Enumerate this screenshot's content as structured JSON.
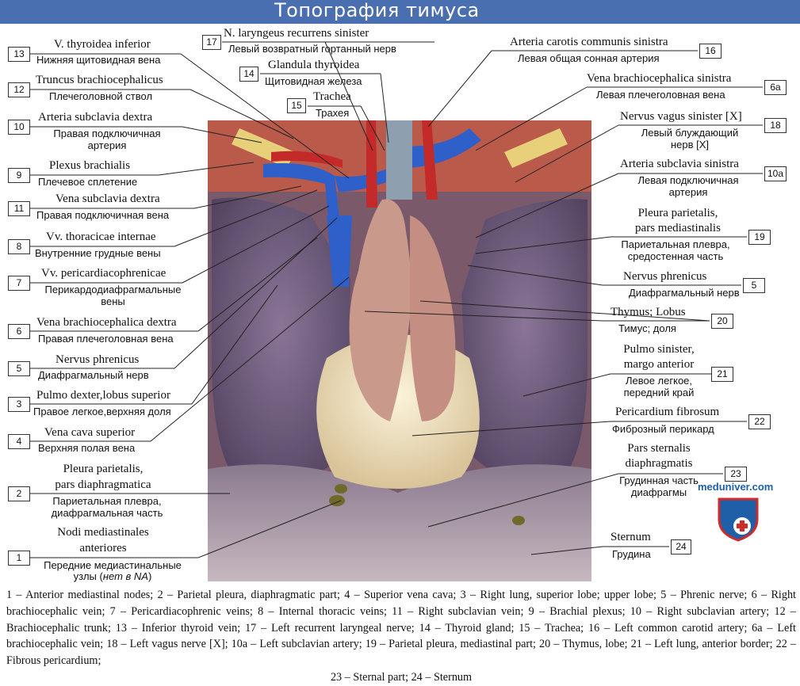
{
  "title": "Топография тимуса",
  "watermark": "meduniver.com",
  "labels": {
    "l13": {
      "num": "13",
      "latin": "V. thyroidea inferior",
      "ru": "Нижняя щитовидная вена"
    },
    "l12": {
      "num": "12",
      "latin": "Truncus brachiocephalicus",
      "ru": "Плечеголовной ствол"
    },
    "l10": {
      "num": "10",
      "latin": "Arteria subclavia dextra",
      "ru1": "Правая подключичная",
      "ru2": "артерия"
    },
    "l9": {
      "num": "9",
      "latin": "Plexus brachialis",
      "ru": "Плечевое сплетение"
    },
    "l11": {
      "num": "11",
      "latin": "Vena subclavia dextra",
      "ru": "Правая подключичная вена"
    },
    "l8": {
      "num": "8",
      "latin": "Vv. thoracicae internae",
      "ru": "Внутренние грудные вены"
    },
    "l7": {
      "num": "7",
      "latin": "Vv. pericardiacophrenicae",
      "ru1": "Перикардодиафрагмальные",
      "ru2": "вены"
    },
    "l6": {
      "num": "6",
      "latin": "Vena brachiocephalica dextra",
      "ru": "Правая плечеголовная вена"
    },
    "l5": {
      "num": "5",
      "latin": "Nervus phrenicus",
      "ru": "Диафрагмальный нерв"
    },
    "l3": {
      "num": "3",
      "latin": "Pulmo dexter,lobus superior",
      "ru": "Правое легкое,верхняя доля"
    },
    "l4": {
      "num": "4",
      "latin": "Vena cava superior",
      "ru": "Верхняя полая вена"
    },
    "l2": {
      "num": "2",
      "latin1": "Pleura parietalis,",
      "latin2": "pars diaphragmatica",
      "ru1": "Париетальная плевра,",
      "ru2": "диафрагмальная часть"
    },
    "l1": {
      "num": "1",
      "latin1": "Nodi mediastinales",
      "latin2": "anteriores",
      "ru1": "Передние медиастинальные",
      "ru2_a": "узлы (",
      "ru2_b": "нет в NA",
      "ru2_c": ")"
    },
    "l17": {
      "num": "17",
      "latin": "N. laryngeus recurrens sinister",
      "ru": "Левый возвратный гортанный нерв"
    },
    "l14": {
      "num": "14",
      "latin": "Glandula thyroidea",
      "ru": "Щитовидная железа"
    },
    "l15": {
      "num": "15",
      "latin": "Trachea",
      "ru": "Трахея"
    },
    "l16": {
      "num": "16",
      "latin": "Arteria carotis communis sinistra",
      "ru": "Левая общая сонная артерия"
    },
    "l6a": {
      "num": "6a",
      "latin": "Vena brachiocephalica sinistra",
      "ru": "Левая плечеголовная вена"
    },
    "l18": {
      "num": "18",
      "latin": "Nervus vagus sinister [X]",
      "ru1": "Левый блуждающий",
      "ru2": "нерв [X]"
    },
    "l10a": {
      "num": "10a",
      "latin": "Arteria subclavia sinistra",
      "ru1": "Левая подключичная",
      "ru2": "артерия"
    },
    "l19": {
      "num": "19",
      "latin1": "Pleura parietalis,",
      "latin2": "pars mediastinalis",
      "ru1": "Париетальная плевра,",
      "ru2": "средостенная часть"
    },
    "l5r": {
      "num": "5",
      "latin": "Nervus phrenicus",
      "ru": "Диафрагмальный нерв"
    },
    "l20": {
      "num": "20",
      "latin": "Thymus; Lobus",
      "ru": "Тимус; доля"
    },
    "l21": {
      "num": "21",
      "latin1": "Pulmo sinister,",
      "latin2": "margo anterior",
      "ru1": "Левое легкое,",
      "ru2": "передний край"
    },
    "l22": {
      "num": "22",
      "latin": "Pericardium fibrosum",
      "ru": "Фиброзный перикард"
    },
    "l23": {
      "num": "23",
      "latin1": "Pars sternalis",
      "latin2": "diaphragmatis",
      "ru1": "Грудинная часть",
      "ru2": "диафрагмы"
    },
    "l24": {
      "num": "24",
      "latin": "Sternum",
      "ru": "Грудина"
    }
  },
  "caption": {
    "body": "1 – Anterior mediastinal nodes; 2 – Parietal pleura, diaphragmatic part; 4 – Superior vena cava; 3 – Right lung, superior lobe; upper lobe; 5 – Phrenic nerve; 6 – Right brachiocephalic vein; 7 – Pericardiacophrenic veins; 8 – Internal thoracic veins; 11 – Right subclavian vein; 9 – Brachial plexus; 10 – Right subclavian artery; 12 – Brachiocephalic trunk; 13 – Inferior thyroid vein; 17 – Left recurrent laryngeal nerve; 14 – Thyroid gland; 15 – Trachea; 16 – Left common carotid artery; 6a – Left brachiocephalic vein; 18 – Left vagus nerve [X]; 10a – Left subclavian artery; 19 – Parietal pleura, mediastinal part; 20 – Thymus, lobe; 21 – Left lung, anterior border; 22 – Fibrous pericardium;",
    "last": "23 – Sternal part; 24 – Sternum"
  },
  "colors": {
    "title_bg": "#4a6fb0",
    "lung": "#6f5a7e",
    "vein": "#2f5fc8",
    "artery": "#c42a2a",
    "thymus": "#c99a8c",
    "pericardium": "#efe2c2",
    "watermark": "#1f5fa8"
  }
}
